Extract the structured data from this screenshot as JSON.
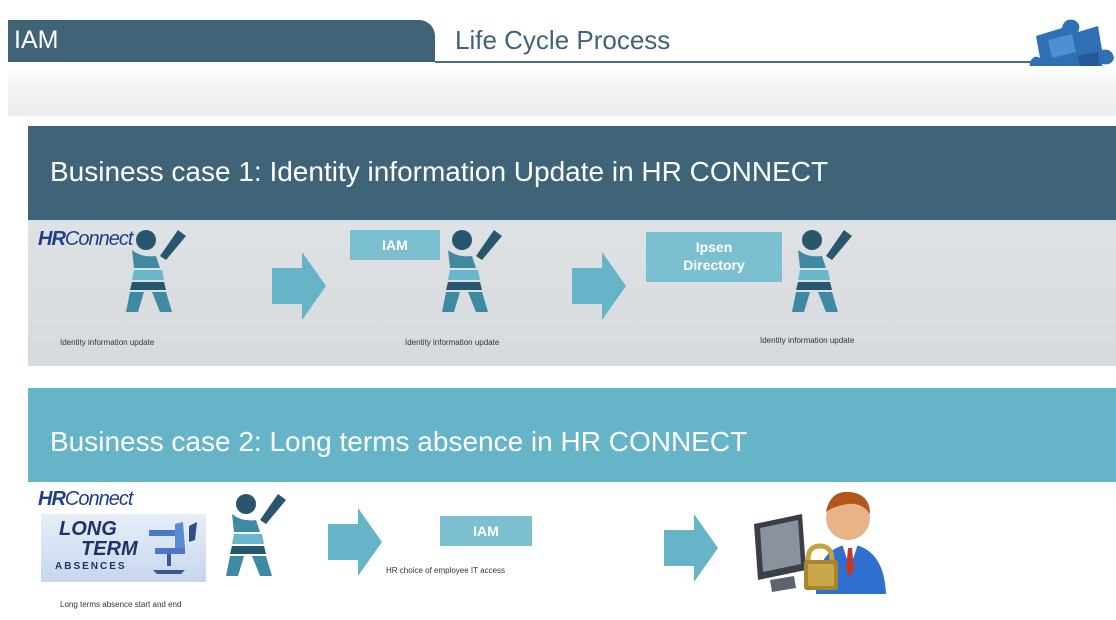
{
  "header": {
    "tab_label": "IAM",
    "title": "Life Cycle Process"
  },
  "case1": {
    "title": "Business case 1: Identity information Update in HR CONNECT",
    "steps": [
      {
        "logo_bold": "HR",
        "logo_rest": "Connect",
        "caption": "Identity information update"
      },
      {
        "box_label": "IAM",
        "caption": "Identity information update"
      },
      {
        "box_line1": "Ipsen",
        "box_line2": "Directory",
        "caption": "Identity information update"
      }
    ]
  },
  "case2": {
    "title": "Business case 2: Long terms absence in HR CONNECT",
    "steps": [
      {
        "logo_bold": "HR",
        "logo_rest": "Connect",
        "badge_line1": "LONG",
        "badge_line2": "TERM",
        "badge_line3": "ABSENCES",
        "caption": "Long terms absence start and end"
      },
      {
        "box_label": "IAM",
        "caption": "HR choice of employee IT access"
      }
    ]
  },
  "icons": [
    "puzzle-icon",
    "person-icon",
    "arrow-right-icon",
    "locked-computer-user-icon",
    "office-chair-icon"
  ],
  "colors": {
    "dark_teal": "#3f6377",
    "light_teal": "#66b4c8",
    "box_teal": "#7bbfd1",
    "panel_gray": "#dadde0"
  }
}
